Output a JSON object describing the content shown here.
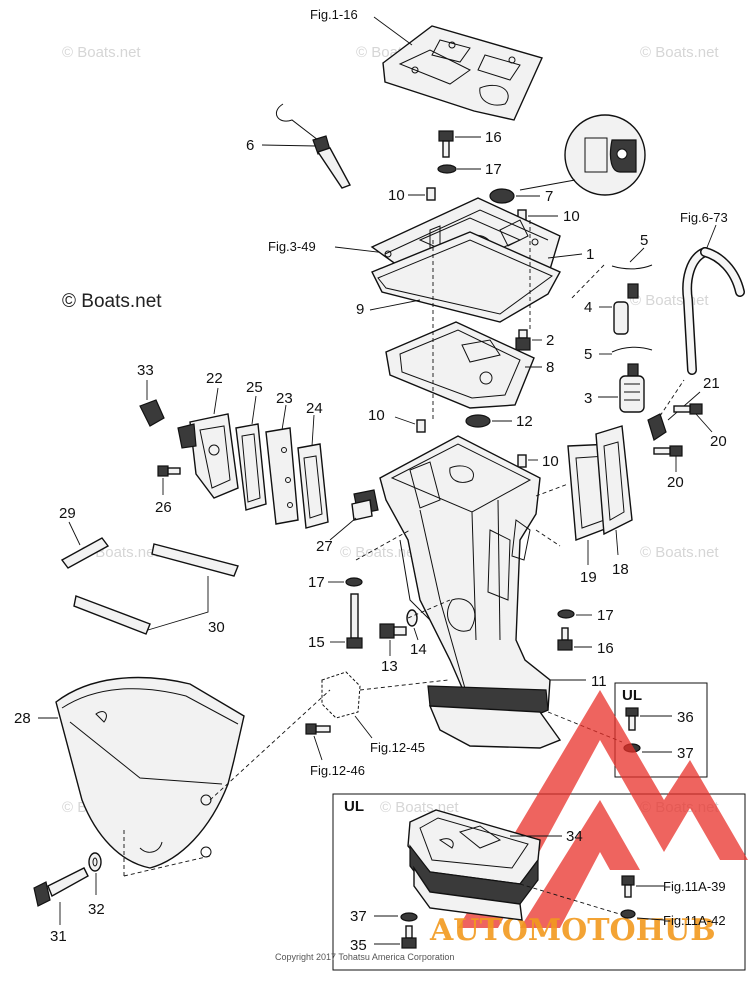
{
  "diagram": {
    "watermark": "© Boats.net",
    "watermark_main": "© Boats.net",
    "copyright": "Copyright 2017 Tohatsu America Corporation",
    "logo": {
      "text": "AUTOMOTOHUB",
      "color": "#e8302a",
      "text_color": "#f29a1f"
    },
    "box_label": "UL",
    "box_label_2": "UL",
    "references": {
      "fig_1_16": "Fig.1-16",
      "fig_3_49": "Fig.3-49",
      "fig_6_73": "Fig.6-73",
      "fig_12_45": "Fig.12-45",
      "fig_12_46": "Fig.12-46",
      "fig_11a_39": "Fig.11A-39",
      "fig_11a_42": "Fig.11A-42"
    },
    "callouts": {
      "c1": "1",
      "c2": "2",
      "c3": "3",
      "c4": "4",
      "c5a": "5",
      "c5b": "5",
      "c6": "6",
      "c7": "7",
      "c8": "8",
      "c9": "9",
      "c10a": "10",
      "c10b": "10",
      "c10c": "10",
      "c10d": "10",
      "c11": "11",
      "c12": "12",
      "c13": "13",
      "c14": "14",
      "c15": "15",
      "c16a": "16",
      "c16b": "16",
      "c17a": "17",
      "c17b": "17",
      "c17c": "17",
      "c18": "18",
      "c19": "19",
      "c20a": "20",
      "c20b": "20",
      "c21": "21",
      "c22": "22",
      "c23": "23",
      "c24": "24",
      "c25": "25",
      "c26": "26",
      "c27": "27",
      "c28": "28",
      "c29": "29",
      "c30": "30",
      "c31": "31",
      "c32": "32",
      "c33": "33",
      "c34": "34",
      "c35": "35",
      "c36": "36",
      "c37a": "37",
      "c37b": "37"
    }
  }
}
